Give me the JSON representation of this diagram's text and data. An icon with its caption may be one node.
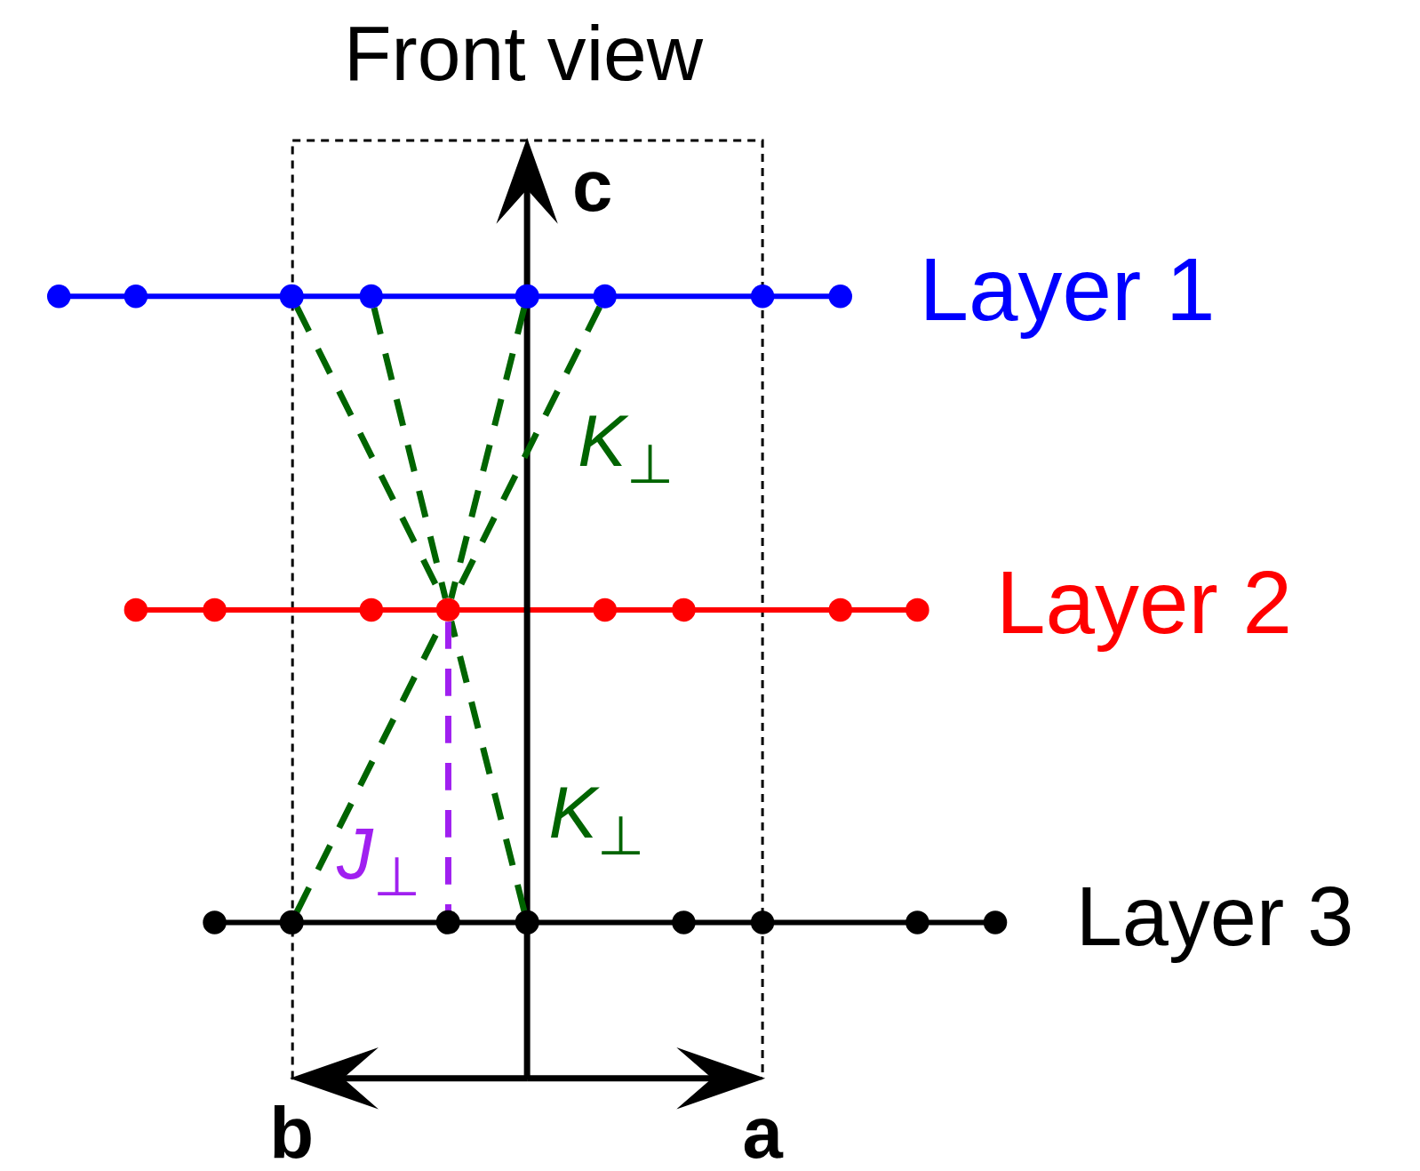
{
  "diagram": {
    "nodes": [
      {
        "text": [],
        "shape": "circle"
      },
      {
        "text": [],
        "shape": "circle"
      },
      {
        "text": [],
        "shape": "circle"
      },
      {
        "text": [],
        "shape": "circle"
      },
      {
        "text": [],
        "shape": "circle"
      },
      {
        "text": [],
        "shape": "circle"
      },
      {
        "text": [],
        "shape": "circle"
      },
      {
        "text": [],
        "shape": "circle"
      }
    ],
    "edges": [
      {
        "from": 0,
        "to": 4,
        "arrow": "none",
        "style": "dashed"
      },
      {
        "from": 1,
        "to": 4,
        "arrow": "none",
        "style": "dashed"
      },
      {
        "from": 2,
        "to": 4,
        "arrow": "none",
        "style": "dashed"
      },
      {
        "from": 3,
        "to": 4,
        "arrow": "none",
        "style": "dashed"
      },
      {
        "from": 5,
        "to": 4,
        "arrow": "none",
        "style": "dashed"
      },
      {
        "from": 7,
        "to": 4,
        "arrow": "none",
        "style": "dashed"
      },
      {
        "from": 4,
        "to": 6,
        "arrow": "none",
        "style": "dashed",
        "color": "#a020f0"
      }
    ],
    "labels": [
      "Front view",
      "c",
      "Layer 1",
      "*K*$_{⊥}$",
      "Layer 2",
      "*K*$_{⊥}$",
      "*J*$_{⊥}$",
      "Layer 3",
      "b",
      "a"
    ]
  }
}
